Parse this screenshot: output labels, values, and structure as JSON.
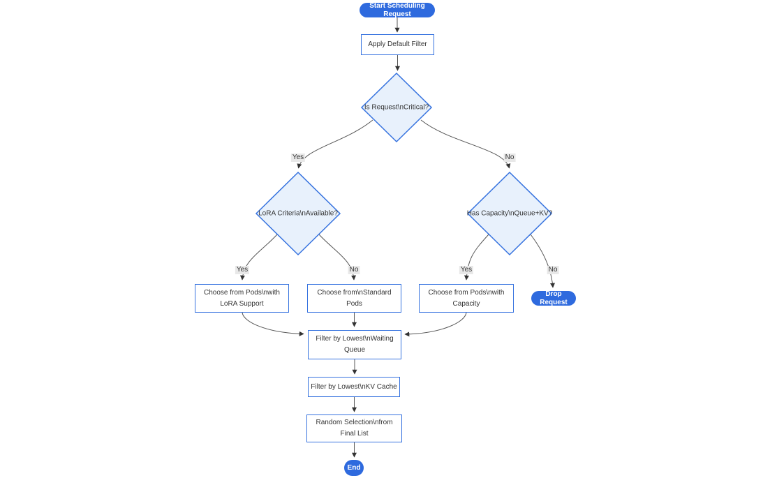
{
  "diagram": {
    "kind": "flowchart",
    "colors": {
      "accent_fill": "#2e6ade",
      "node_border": "#3572df",
      "diamond_fill": "#e8f1fc",
      "edge_line": "#555555",
      "edge_label_bg": "#e8e8e8",
      "text": "#333333"
    }
  },
  "nodes": {
    "start": {
      "shape": "stadium",
      "lines": [
        "Start Scheduling Request"
      ]
    },
    "apply_filter": {
      "shape": "rect",
      "lines": [
        "Apply Default Filter"
      ]
    },
    "is_critical": {
      "shape": "diamond",
      "lines": [
        "Is Request\\nCritical?"
      ]
    },
    "lora_criteria": {
      "shape": "diamond",
      "lines": [
        "LoRA Criteria\\nAvailable?"
      ]
    },
    "has_capacity": {
      "shape": "diamond",
      "lines": [
        "Has Capacity\\nQueue+KV?"
      ]
    },
    "choose_lora": {
      "shape": "rect",
      "lines": [
        "Choose from Pods\\nwith",
        "LoRA Support"
      ]
    },
    "choose_standard": {
      "shape": "rect",
      "lines": [
        "Choose from\\nStandard",
        "Pods"
      ]
    },
    "choose_capacity": {
      "shape": "rect",
      "lines": [
        "Choose from Pods\\nwith",
        "Capacity"
      ]
    },
    "drop_request": {
      "shape": "stadium",
      "lines": [
        "Drop Request"
      ]
    },
    "filter_waiting": {
      "shape": "rect",
      "lines": [
        "Filter by Lowest\\nWaiting",
        "Queue"
      ]
    },
    "filter_kv": {
      "shape": "rect",
      "lines": [
        "Filter by Lowest\\nKV Cache"
      ]
    },
    "random_selection": {
      "shape": "rect",
      "lines": [
        "Random Selection\\nfrom",
        "Final List"
      ]
    },
    "end": {
      "shape": "stadium",
      "lines": [
        "End"
      ]
    }
  },
  "edges": [
    {
      "from": "start",
      "to": "apply_filter",
      "label": ""
    },
    {
      "from": "apply_filter",
      "to": "is_critical",
      "label": ""
    },
    {
      "from": "is_critical",
      "to": "lora_criteria",
      "label": "Yes"
    },
    {
      "from": "is_critical",
      "to": "has_capacity",
      "label": "No"
    },
    {
      "from": "lora_criteria",
      "to": "choose_lora",
      "label": "Yes"
    },
    {
      "from": "lora_criteria",
      "to": "choose_standard",
      "label": "No"
    },
    {
      "from": "has_capacity",
      "to": "choose_capacity",
      "label": "Yes"
    },
    {
      "from": "has_capacity",
      "to": "drop_request",
      "label": "No"
    },
    {
      "from": "choose_lora",
      "to": "filter_waiting",
      "label": ""
    },
    {
      "from": "choose_standard",
      "to": "filter_waiting",
      "label": ""
    },
    {
      "from": "choose_capacity",
      "to": "filter_waiting",
      "label": ""
    },
    {
      "from": "filter_waiting",
      "to": "filter_kv",
      "label": ""
    },
    {
      "from": "filter_kv",
      "to": "random_selection",
      "label": ""
    },
    {
      "from": "random_selection",
      "to": "end",
      "label": ""
    }
  ]
}
